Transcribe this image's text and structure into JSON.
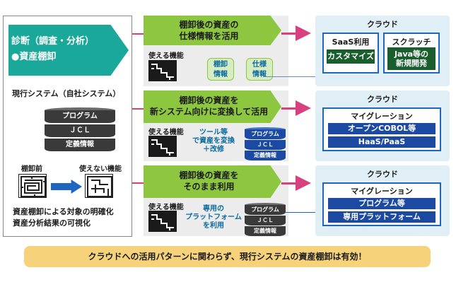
{
  "left": {
    "diagnosis_line1": "診断（調査・分析）",
    "diagnosis_line2": "●資産棚卸",
    "legacy_title": "現行システム（自社システム）",
    "stack": [
      "プログラム",
      "ＪＣＬ",
      "定義情報"
    ],
    "before_label": "棚卸前",
    "unused_label": "使えない機能",
    "caption_line1": "資産棚卸による対象の明確化",
    "caption_line2": "資産分析結果の可視化"
  },
  "rows": [
    {
      "green_line1": "棚卸後の資産の",
      "green_line2": "仕様情報を活用",
      "func_label": "使える機能",
      "pill1": [
        "棚卸",
        "情報"
      ],
      "pill2": [
        "仕様",
        "情報"
      ]
    },
    {
      "green_line1": "棚卸後の資産を",
      "green_line2": "新システム向けに変換して活用",
      "func_label": "使える機能",
      "note": [
        "ツール等",
        "で資産を変換",
        "＋改修"
      ],
      "stack": [
        "プログラム",
        "ＪＣＬ",
        "定義情報"
      ]
    },
    {
      "green_line1": "棚卸後の資産を",
      "green_line2": "そのまま利用",
      "func_label": "使える機能",
      "note": [
        "専用の",
        "プラットフォーム",
        "を利用"
      ],
      "stack": [
        "プログラム",
        "ＪＣＬ",
        "定義情報"
      ]
    }
  ],
  "clouds": [
    {
      "title": "クラウド",
      "left_title": "SaaS利用",
      "left_box": "カスタマイズ",
      "right_title": "スクラッチ",
      "right_box": [
        "Java等の",
        "新規開発"
      ]
    },
    {
      "title": "クラウド",
      "sub_title": "マイグレーション",
      "box1": "オープンCOBOL等",
      "box2": "HaaS/PaaS"
    },
    {
      "title": "クラウド",
      "sub_title": "マイグレーション",
      "box1": "プログラム等",
      "box2": "専用プラットフォーム"
    }
  ],
  "banner": "クラウドへの活用パターンに関わらず、現行システムの資産棚卸は有効！",
  "colors": {
    "teal": "#1aa89a",
    "green": "#8dc63f",
    "pink": "#d9407f",
    "blue": "#1f66c0",
    "dark_blue": "#1c4aa3",
    "banner": "#f6d37a"
  }
}
